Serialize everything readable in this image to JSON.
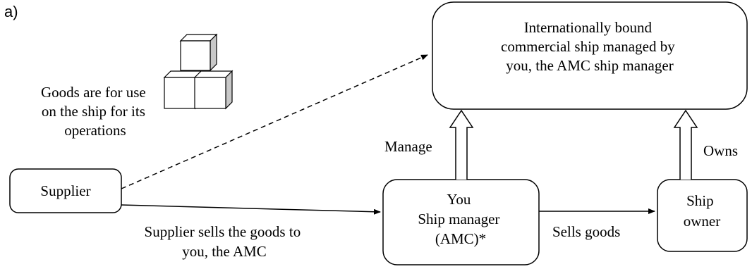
{
  "panel_label": "a)",
  "nodes": {
    "ship": {
      "lines": [
        "Internationally bound",
        "commercial ship managed by",
        "you, the AMC ship manager"
      ]
    },
    "supplier": {
      "lines": [
        "Supplier"
      ]
    },
    "manager": {
      "lines": [
        "You",
        "Ship manager",
        "(AMC)*"
      ]
    },
    "owner": {
      "lines": [
        "Ship",
        "owner"
      ]
    }
  },
  "annotations": {
    "goods_note": [
      "Goods are for use",
      "on the ship for its",
      "operations"
    ],
    "supplier_sells": [
      "Supplier sells the goods to",
      "you, the AMC"
    ],
    "sells_goods": "Sells goods",
    "manage": "Manage",
    "owns": "Owns"
  },
  "icons": {
    "goods": "stacked-boxes-icon"
  }
}
